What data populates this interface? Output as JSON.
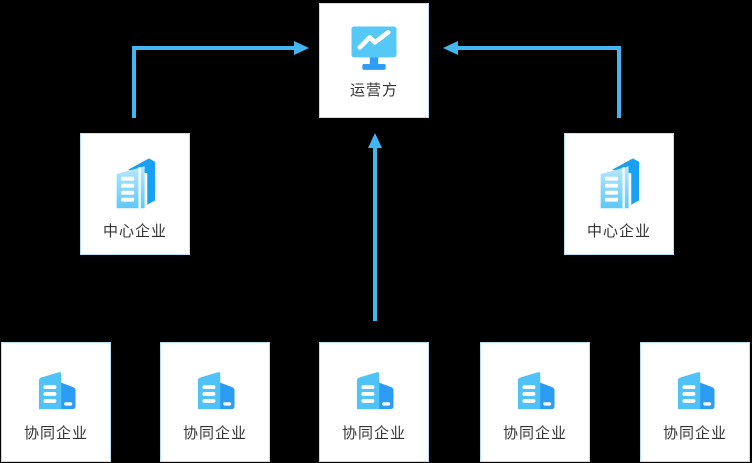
{
  "diagram": {
    "operator": {
      "label": "运营方",
      "icon": "monitor-line-chart-icon"
    },
    "center_enterprises": [
      {
        "label": "中心企业",
        "icon": "office-buildings-icon"
      },
      {
        "label": "中心企业",
        "icon": "office-buildings-icon"
      }
    ],
    "collaborative_enterprises": [
      {
        "label": "协同企业",
        "icon": "company-building-icon"
      },
      {
        "label": "协同企业",
        "icon": "company-building-icon"
      },
      {
        "label": "协同企业",
        "icon": "company-building-icon"
      },
      {
        "label": "协同企业",
        "icon": "company-building-icon"
      },
      {
        "label": "协同企业",
        "icon": "company-building-icon"
      }
    ],
    "connections": [
      {
        "from": "center-enterprise-left",
        "to": "operator"
      },
      {
        "from": "center-enterprise-right",
        "to": "operator"
      },
      {
        "from": "collaborative-enterprise-3",
        "to": "operator"
      }
    ],
    "colors": {
      "background": "#000000",
      "arrow": "#41b6f1",
      "box_background": "#ffffff",
      "box_border": "#b5e0f6",
      "label_text": "#333333",
      "icon_light_blue": "#56c8f8",
      "icon_blue": "#2298f4",
      "icon_detail_white": "#ffffff"
    }
  }
}
